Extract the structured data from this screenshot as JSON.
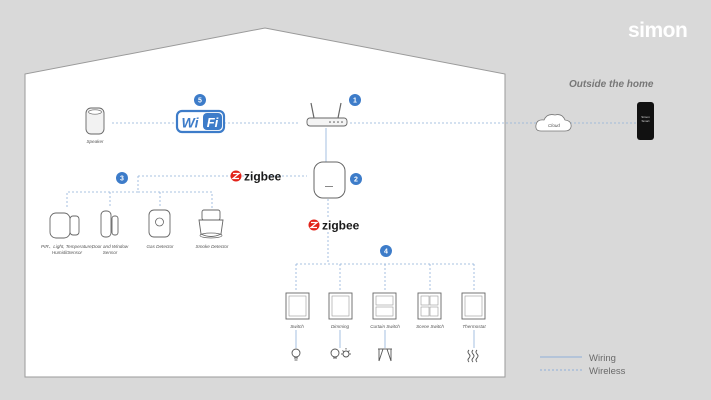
{
  "brand": "simon",
  "outside_label": "Outside the home",
  "cloud_label": "Cloud",
  "phone_text": [
    "Simon",
    "Smart"
  ],
  "wifi": {
    "wi": "Wi",
    "fi": "Fi"
  },
  "zigbee_label": "zigbee",
  "numbers": [
    "1",
    "2",
    "3",
    "4",
    "5"
  ],
  "devices": {
    "speaker": "Speaker",
    "pir": [
      "PIR、Light, Temperature,",
      "HumiditSensor"
    ],
    "door": [
      "Door and Window",
      "Sensor"
    ],
    "gas": "Gas Detector",
    "smoke": "Smoke Detector"
  },
  "switches": [
    "Switch",
    "Dimming",
    "Curtain Switch",
    "Scene Switch",
    "Thermostat"
  ],
  "legend": {
    "wiring": "Wiring",
    "wireless": "Wireless"
  },
  "colors": {
    "background": "#d9d9d9",
    "house": "#ffffff",
    "accent": "#3d7cc9",
    "zigbee_red": "#e2231a",
    "line": "#8fb0d9"
  }
}
